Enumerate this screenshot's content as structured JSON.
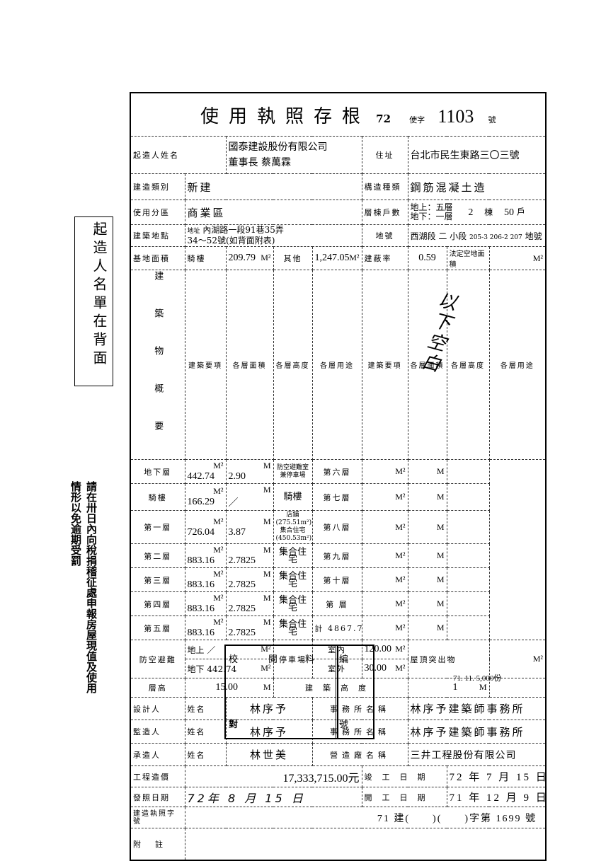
{
  "title": "使用執照存根",
  "year": "72",
  "permit_prefix": "使字",
  "permit_no": "1103",
  "permit_suffix": "號",
  "applicant": {
    "label": "起造人姓名",
    "company": "國泰建設股份有限公司",
    "person": "董事長 蔡萬霖",
    "address_label": "住址",
    "address": "台北市民生東路三〇三號"
  },
  "construction_type": {
    "label": "建造類別",
    "value": "新建",
    "structure_label": "構造種類",
    "structure": "鋼筋混凝土造"
  },
  "zoning": {
    "label": "使用分區",
    "value": "商業區",
    "floors_label": "層棟戶數",
    "above": "地上：五層",
    "below": "地下：一層",
    "buildings": "2",
    "buildings_unit": "棟",
    "units": "50",
    "units_unit": "戶"
  },
  "location": {
    "label": "建築地點",
    "addr_label": "地址",
    "addr1": "內湖路一段91巷35弄",
    "addr2": "34～52號(如背面附表)",
    "lot_label": "地號",
    "section": "西湖段 二 小段",
    "lots": "205-3 206-2 207",
    "lot_suffix": "地號"
  },
  "site": {
    "label": "基地面積",
    "arcade_label": "騎樓",
    "arcade": "209.79",
    "other_label": "其他",
    "other": "1,247.05",
    "unit": "M²",
    "coverage_label": "建蔽率",
    "coverage": "0.59",
    "open_label": "法定空地面積"
  },
  "building": {
    "side_label": "建築物概要",
    "headers": [
      "建築要項",
      "各層面積",
      "各層高度",
      "各層用途",
      "建築要項",
      "各層面積",
      "各層高度",
      "各層用途"
    ],
    "rows": [
      {
        "item": "地下層",
        "area": "442.74",
        "height": "2.90",
        "use": "防空避難室兼停車場",
        "item2": "第六層"
      },
      {
        "item": "騎樓",
        "area": "166.29",
        "height": "／",
        "use": "騎樓",
        "item2": "第七層"
      },
      {
        "item": "第一層",
        "area": "726.04",
        "height": "3.87",
        "use": "店鋪(275.51m²) 集合住宅(450.53m²)",
        "item2": "第八層"
      },
      {
        "item": "第二層",
        "area": "883.16",
        "height": "2.7825",
        "use": "集合住宅",
        "item2": "第九層"
      },
      {
        "item": "第三層",
        "area": "883.16",
        "height": "2.7825",
        "use": "集合住宅",
        "item2": "第十層"
      },
      {
        "item": "第四層",
        "area": "883.16",
        "height": "2.7825",
        "use": "集合住宅",
        "item2": "第 層"
      },
      {
        "item": "第五層",
        "area": "883.16",
        "height": "2.7825",
        "use": "集合住宅",
        "item2": "計 4867.71"
      }
    ],
    "shelter_label": "防空避難",
    "shelter_above": "地上 ／",
    "shelter_below": "地下 442.74",
    "parking_label": "停車場",
    "indoor_label": "室內",
    "indoor": "120.00",
    "outdoor_label": "室外",
    "outdoor": "30.00",
    "roof_label": "屋頂突出物",
    "floor_height_label": "層高",
    "floor_height": "15.00",
    "bldg_height_label": "建築高度",
    "bldg_height": "1",
    "unit_m2": "M²",
    "unit_m": "M"
  },
  "designer": {
    "label": "設計人",
    "name_label": "姓名",
    "name": "林序予",
    "office_label": "事務所名稱",
    "office": "林序予建築師事務所"
  },
  "supervisor": {
    "label": "監造人",
    "name_label": "姓名",
    "name": "林序予",
    "office_label": "事務所名稱",
    "office": "林序予建築師事務所"
  },
  "contractor": {
    "label": "承造人",
    "name_label": "姓名",
    "name": "林世美",
    "office_label": "營造廠名稱",
    "office": "三井工程股份有限公司"
  },
  "cost": {
    "label": "工程造價",
    "value": "17,333,715.00元",
    "done_label": "竣工日期",
    "done": "72 年 7 月 15 日"
  },
  "issue": {
    "label": "發照日期",
    "value": "72年 8 月 15 日",
    "start_label": "開工日期",
    "start": "71 年 12 月 9 日"
  },
  "build_permit": {
    "label": "建造執照字號",
    "value": "71 建(　　)(　　)字第 1699 號"
  },
  "remarks_label": "附註",
  "handwritten_note": "以下空白",
  "side_box": "起造人名單在背面",
  "notice": "請在卅日內向稅捐稽征處申報房屋現值及使用情形以免逾期受罰",
  "stamp": {
    "c1": "校",
    "c2": "閱",
    "c3": "料",
    "c4": "編",
    "c5": "對",
    "c6": "號"
  },
  "footer": "71. 11. 5,000份"
}
